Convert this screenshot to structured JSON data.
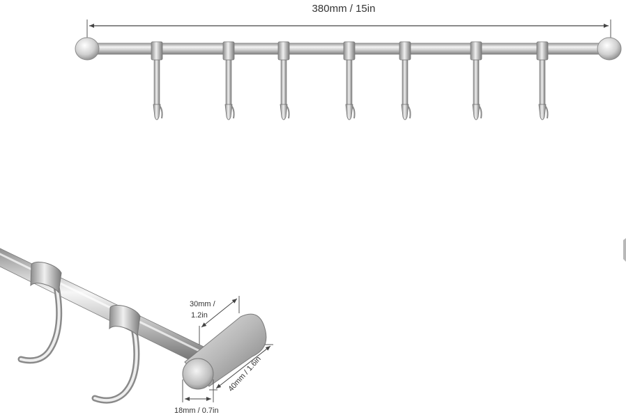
{
  "top_view": {
    "length_label": "380mm / 15in",
    "hook_count": 7
  },
  "detail_view": {
    "end_cap_height_label_line1": "30mm /",
    "end_cap_height_label_line2": "1.2in",
    "end_cap_length_label": "40mm / 1.6in",
    "rod_diameter_label": "18mm / 0.7in"
  },
  "colors": {
    "steel_light": "#f2f2f2",
    "steel_mid": "#c8c8c8",
    "steel_dark": "#8a8a8a",
    "dimension_line": "#444444"
  }
}
